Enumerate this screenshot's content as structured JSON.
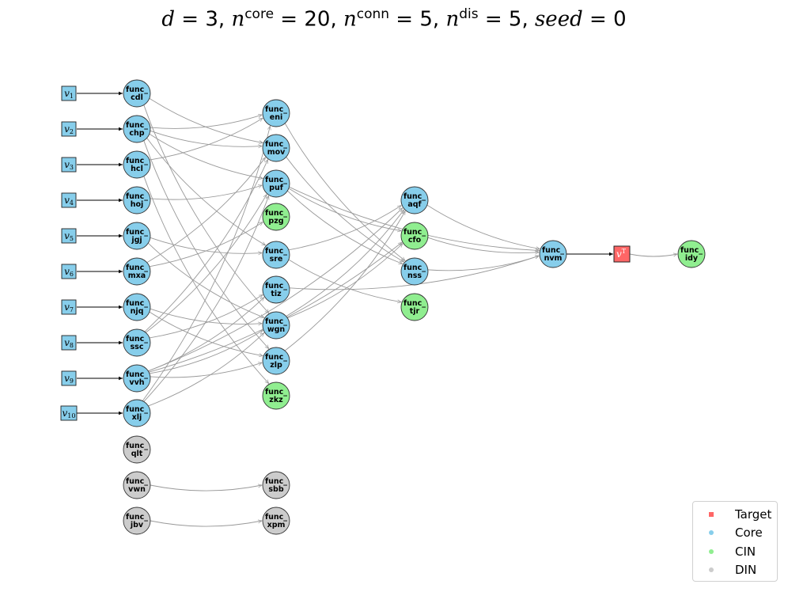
{
  "title": {
    "d": "3",
    "n_core": "20",
    "n_conn": "5",
    "n_dis": "5",
    "seed": "0"
  },
  "colors": {
    "core": "#87ceeb",
    "cin": "#90ee90",
    "din": "#cccccc",
    "target": "#ff6666",
    "edge": "#999999",
    "input_edge": "#000000"
  },
  "legend": [
    {
      "label": "Target",
      "color": "#ff6666",
      "shape": "square"
    },
    {
      "label": "Core",
      "color": "#87ceeb",
      "shape": "circle"
    },
    {
      "label": "CIN",
      "color": "#90ee90",
      "shape": "circle"
    },
    {
      "label": "DIN",
      "color": "#cccccc",
      "shape": "circle"
    }
  ],
  "inputs": [
    {
      "id": "v1",
      "sub": "1",
      "to": "cdl"
    },
    {
      "id": "v2",
      "sub": "2",
      "to": "chp"
    },
    {
      "id": "v3",
      "sub": "3",
      "to": "hcl"
    },
    {
      "id": "v4",
      "sub": "4",
      "to": "hoj"
    },
    {
      "id": "v5",
      "sub": "5",
      "to": "jgj"
    },
    {
      "id": "v6",
      "sub": "6",
      "to": "mxa"
    },
    {
      "id": "v7",
      "sub": "7",
      "to": "njq"
    },
    {
      "id": "v8",
      "sub": "8",
      "to": "ssc"
    },
    {
      "id": "v9",
      "sub": "9",
      "to": "vvh"
    },
    {
      "id": "v10",
      "sub": "10",
      "to": "xlj"
    }
  ],
  "columns": [
    [
      {
        "id": "cdl",
        "line1": "func_",
        "line2": "cdl",
        "type": "core"
      },
      {
        "id": "chp",
        "line1": "func_",
        "line2": "chp",
        "type": "core"
      },
      {
        "id": "hcl",
        "line1": "func_",
        "line2": "hcl",
        "type": "core"
      },
      {
        "id": "hoj",
        "line1": "func_",
        "line2": "hoj",
        "type": "core"
      },
      {
        "id": "jgj",
        "line1": "func_",
        "line2": "jgj",
        "type": "core"
      },
      {
        "id": "mxa",
        "line1": "func_",
        "line2": "mxa",
        "type": "core"
      },
      {
        "id": "njq",
        "line1": "func_",
        "line2": "njq",
        "type": "core"
      },
      {
        "id": "ssc",
        "line1": "func_",
        "line2": "ssc",
        "type": "core"
      },
      {
        "id": "vvh",
        "line1": "func_",
        "line2": "vvh",
        "type": "core"
      },
      {
        "id": "xlj",
        "line1": "func_",
        "line2": "xlj",
        "type": "core"
      },
      {
        "id": "qlt",
        "line1": "func_",
        "line2": "qlt",
        "type": "din"
      },
      {
        "id": "vwn",
        "line1": "func_",
        "line2": "vwn",
        "type": "din"
      },
      {
        "id": "jbv",
        "line1": "func_",
        "line2": "jbv",
        "type": "din"
      }
    ],
    [
      {
        "id": "eni",
        "line1": "func_",
        "line2": "eni",
        "type": "core"
      },
      {
        "id": "mov",
        "line1": "func_",
        "line2": "mov",
        "type": "core"
      },
      {
        "id": "puf",
        "line1": "func_",
        "line2": "puf",
        "type": "core"
      },
      {
        "id": "pzg",
        "line1": "func_",
        "line2": "pzg",
        "type": "cin"
      },
      {
        "id": "sre",
        "line1": "func_",
        "line2": "sre",
        "type": "core"
      },
      {
        "id": "tiz",
        "line1": "func_",
        "line2": "tiz",
        "type": "core"
      },
      {
        "id": "wgn",
        "line1": "func_",
        "line2": "wgn",
        "type": "core"
      },
      {
        "id": "zlp",
        "line1": "func_",
        "line2": "zlp",
        "type": "core"
      },
      {
        "id": "zkz",
        "line1": "func_",
        "line2": "zkz",
        "type": "cin"
      },
      {
        "id": "sbb",
        "line1": "func_",
        "line2": "sbb",
        "type": "din"
      },
      {
        "id": "xpm",
        "line1": "func_",
        "line2": "xpm",
        "type": "din"
      }
    ],
    [
      {
        "id": "aqf",
        "line1": "func_",
        "line2": "aqf",
        "type": "core"
      },
      {
        "id": "cfo",
        "line1": "func_",
        "line2": "cfo",
        "type": "cin"
      },
      {
        "id": "nss",
        "line1": "func_",
        "line2": "nss",
        "type": "core"
      },
      {
        "id": "tjr",
        "line1": "func_",
        "line2": "tjr",
        "type": "cin"
      }
    ],
    [
      {
        "id": "nvm",
        "line1": "func_",
        "line2": "nvm",
        "type": "core"
      }
    ]
  ],
  "target": {
    "id": "vT",
    "label": "v",
    "sup": "T"
  },
  "tail": {
    "id": "idy",
    "line1": "func_",
    "line2": "idy",
    "type": "cin"
  },
  "edges": [
    [
      "cdl",
      "mov"
    ],
    [
      "cdl",
      "wgn"
    ],
    [
      "chp",
      "eni"
    ],
    [
      "chp",
      "mov"
    ],
    [
      "chp",
      "puf"
    ],
    [
      "chp",
      "sre"
    ],
    [
      "chp",
      "zlp"
    ],
    [
      "hcl",
      "eni"
    ],
    [
      "hcl",
      "zkz"
    ],
    [
      "hoj",
      "puf"
    ],
    [
      "jgj",
      "sre"
    ],
    [
      "jgj",
      "wgn"
    ],
    [
      "mxa",
      "pzg"
    ],
    [
      "mxa",
      "mov"
    ],
    [
      "njq",
      "zlp"
    ],
    [
      "njq",
      "wgn"
    ],
    [
      "ssc",
      "puf"
    ],
    [
      "ssc",
      "mov"
    ],
    [
      "ssc",
      "tiz"
    ],
    [
      "vvh",
      "aqf"
    ],
    [
      "vvh",
      "cfo"
    ],
    [
      "vvh",
      "wgn"
    ],
    [
      "vvh",
      "zlp"
    ],
    [
      "vvh",
      "tiz"
    ],
    [
      "xlj",
      "puf"
    ],
    [
      "xlj",
      "eni"
    ],
    [
      "xlj",
      "wgn"
    ],
    [
      "eni",
      "nss"
    ],
    [
      "mov",
      "nss"
    ],
    [
      "puf",
      "cfo"
    ],
    [
      "puf",
      "nss"
    ],
    [
      "puf",
      "nvm"
    ],
    [
      "sre",
      "aqf"
    ],
    [
      "sre",
      "tjr"
    ],
    [
      "tiz",
      "nvm"
    ],
    [
      "wgn",
      "aqf"
    ],
    [
      "wgn",
      "cfo"
    ],
    [
      "zlp",
      "aqf"
    ],
    [
      "aqf",
      "nvm"
    ],
    [
      "cfo",
      "nvm"
    ],
    [
      "nss",
      "nvm"
    ],
    [
      "vwn",
      "sbb"
    ],
    [
      "jbv",
      "xpm"
    ]
  ]
}
